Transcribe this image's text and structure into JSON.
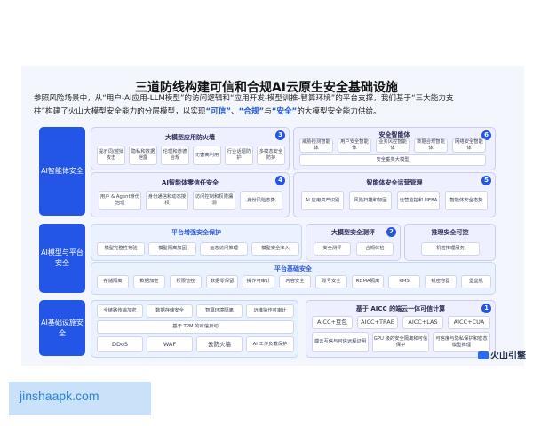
{
  "title": "三道防线构建可信和合规AI云原生安全基础设施",
  "intro": {
    "line1": "参照风险场景中，从“用户-AI应用-LLM模型”的访问逻辑和“应用开发-模型训推-智算环境”的平台支撑，我们基于“三大能力支",
    "line2_prefix": "柱”构建了火山大模型安全能力的分层模型，以实现",
    "hl1": "“可信”",
    "sep": "、",
    "hl2": "“合规”",
    "mid": "与",
    "hl3": "“安全”",
    "suffix": "的大模型安全能力供给。"
  },
  "lanes": {
    "agent": "AI智能体安全",
    "platform": "AI模型与平台安全",
    "infra": "AI基础设施安全"
  },
  "panels": {
    "p3": {
      "num": "3",
      "title": "大模型应用防火墙",
      "chips": [
        "提示词/越狱攻击",
        "隐私和数据泄露",
        "伦理和道德合规",
        "无害高利用",
        "行业话题防护",
        "多模态安全防护"
      ]
    },
    "p6": {
      "num": "6",
      "title": "安全智能体",
      "chips": [
        "威胁检测智能体",
        "用户安全智能体",
        "业务风控智能体",
        "数据合规智能体",
        "网络安全智能体"
      ],
      "wide": "安全垂类大模型"
    },
    "p4": {
      "num": "4",
      "title": "AI智能体零信任安全",
      "chips": [
        "用户 & Agent身份治理",
        "身份通信和动态授权",
        "访问控制和权限漏洞",
        "身份风险态势"
      ]
    },
    "p5": {
      "num": "5",
      "title": "智能体安全运营管理",
      "chips": [
        "AI 应用资产识别",
        "风险扫描和加固",
        "运营监控和 UEBA",
        "智能体安全态势"
      ]
    },
    "pf_enh": {
      "title": "平台增强安全保护",
      "chips": [
        "模型完整性校验",
        "模型隔离加固",
        "运态访问推理",
        "模型安全准入"
      ]
    },
    "p2": {
      "num": "2",
      "title": "大模型安全测评",
      "chips": [
        "安全测评",
        "合规体检"
      ]
    },
    "trust": {
      "title": "推理安全可控",
      "chips": [
        "机密推理服务"
      ]
    },
    "pf_base": {
      "title": "平台基础安全",
      "chips": [
        "存储隔离",
        "数据加密",
        "权限管控",
        "数据零保留",
        "操作可审计",
        "内容安全",
        "账号安全",
        "RDMA隔离",
        "KMS",
        "机密容器",
        "堡垒机"
      ]
    },
    "infra": {
      "chips_r1": [
        "全链路传输加密",
        "数据存储安全",
        "智算环境隔离",
        "远维操作可审计"
      ],
      "chip_tpm": "基于 TPM 的可信启动",
      "chips_r3": [
        "DDoS",
        "WAF",
        "云防火墙",
        "AI 工作负载保护"
      ]
    },
    "p1": {
      "num": "1",
      "title": "基于 AICC 的端云一体可信计算",
      "chips_r1": [
        "AICC+豆包",
        "AICC+TRAE",
        "AICC+LAS",
        "AICC+CUA"
      ],
      "chips_r2": [
        "端云互信与可信远程证明",
        "GPU 级的安全隔离和可信保护",
        "可信度与隐私保护和密态模型推理"
      ]
    }
  },
  "watermark": "火山引擎",
  "footer": "jinshaapk.com"
}
